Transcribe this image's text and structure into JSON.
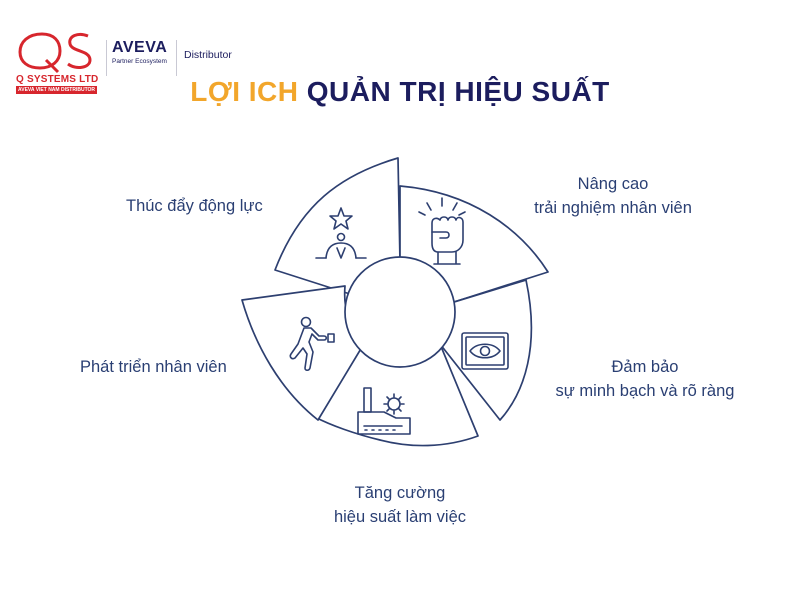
{
  "header": {
    "logo_name": "Q SYSTEMS LTD",
    "logo_sub": "AVEVA VIET NAM DISTRIBUTOR",
    "aveva_word": "AVEVA",
    "aveva_sub": "Partner Ecosystem",
    "distributor": "Distributor"
  },
  "title": {
    "part1": "LỢI ICH",
    "part2": "QUẢN TRỊ HIỆU SUẤT"
  },
  "colors": {
    "title_orange": "#f2a62b",
    "navy": "#1c1d5e",
    "label_blue": "#2a3f73",
    "outline": "#2d3f70",
    "logo_red": "#d7262d"
  },
  "segments": [
    {
      "id": "motivate",
      "icon": "person-star-icon",
      "lines": [
        "Thúc đẩy động lực"
      ]
    },
    {
      "id": "experience",
      "icon": "raised-fist-icon",
      "lines": [
        "Nâng cao",
        "trải nghiệm nhân viên"
      ]
    },
    {
      "id": "transparency",
      "icon": "eye-frame-icon",
      "lines": [
        "Đảm bảo",
        "sự minh bạch và rõ ràng"
      ]
    },
    {
      "id": "productivity",
      "icon": "factory-gear-icon",
      "lines": [
        "Tăng cường",
        "hiệu suất làm việc"
      ]
    },
    {
      "id": "development",
      "icon": "exercise-person-icon",
      "lines": [
        "Phát triển nhân viên"
      ]
    }
  ]
}
